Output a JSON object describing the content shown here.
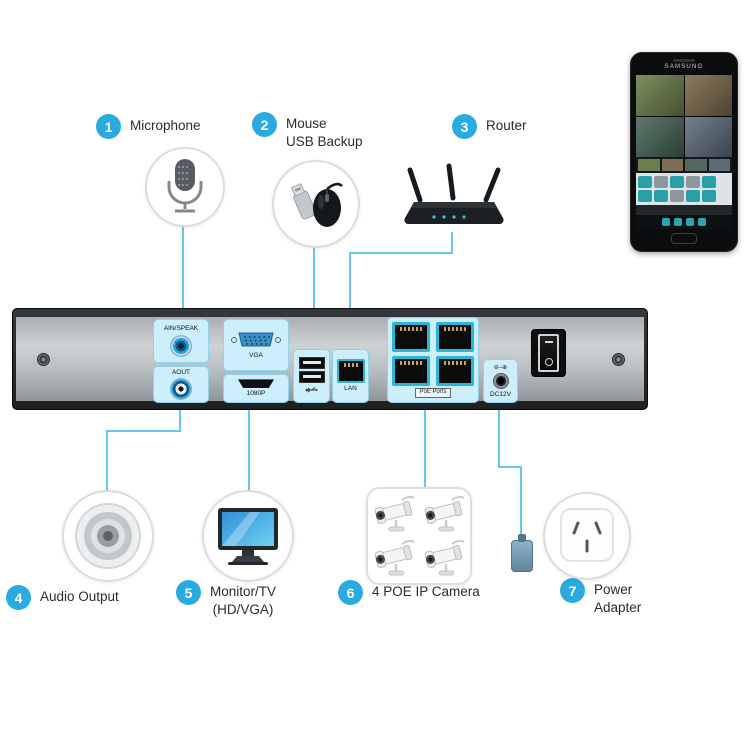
{
  "callouts": [
    {
      "num": "1",
      "label": "Microphone",
      "label2": ""
    },
    {
      "num": "2",
      "label": "Mouse",
      "label2": "USB Backup"
    },
    {
      "num": "3",
      "label": "Router",
      "label2": ""
    },
    {
      "num": "4",
      "label": "Audio Output",
      "label2": ""
    },
    {
      "num": "5",
      "label": "Monitor/TV",
      "label2": "(HD/VGA)"
    },
    {
      "num": "6",
      "label": "4 POE IP Camera",
      "label2": ""
    },
    {
      "num": "7",
      "label": "Power",
      "label2": "Adapter"
    }
  ],
  "device": {
    "audio_in_label": "AIN/SPEAK",
    "audio_out_label": "AOUT",
    "vga_label": "VGA",
    "hdmi_label": "1080P",
    "lan_label": "LAN",
    "poe_label": "PoE Ports",
    "dc_polarity": "⊖–⊕",
    "dc_label": "DC12V"
  },
  "phone": {
    "brand": "SAMSUNG"
  },
  "colors": {
    "accent": "#29abe2",
    "line": "#66c6ee",
    "port_teal": "#29b6d8"
  }
}
